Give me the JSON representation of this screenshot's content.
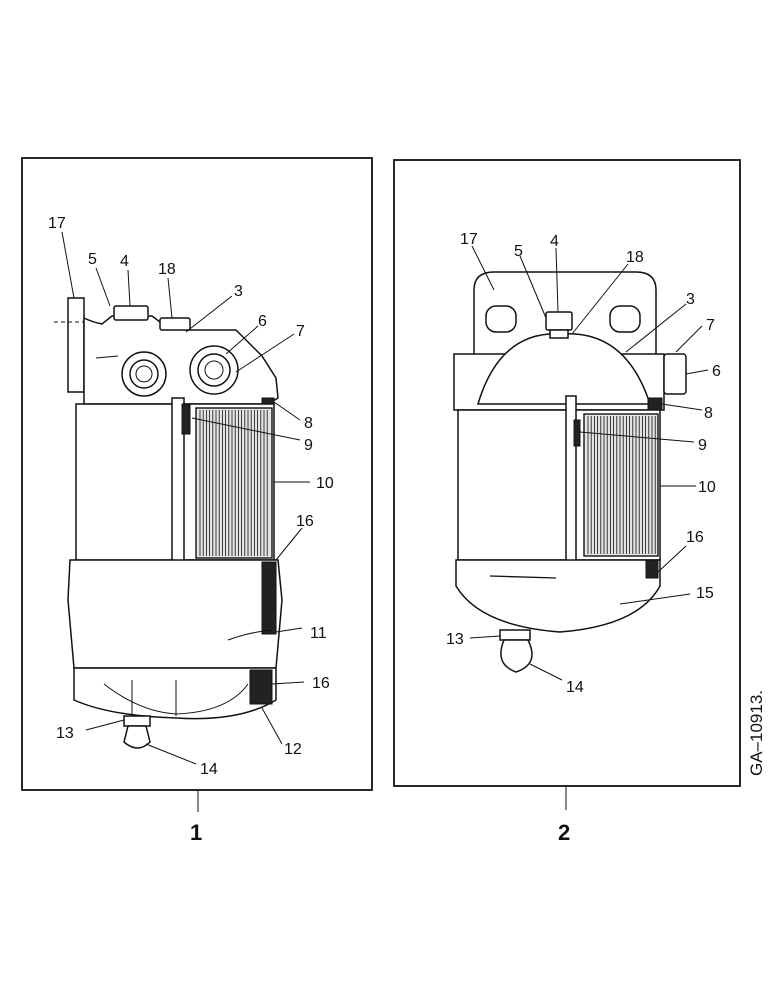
{
  "figure": {
    "reference_code": "GA–10913."
  },
  "panels": [
    {
      "label": "1",
      "callouts": [
        "17",
        "5",
        "4",
        "18",
        "3",
        "6",
        "7",
        "8",
        "9",
        "10",
        "16",
        "11",
        "16",
        "13",
        "12",
        "14"
      ]
    },
    {
      "label": "2",
      "callouts": [
        "17",
        "5",
        "4",
        "18",
        "3",
        "7",
        "6",
        "8",
        "9",
        "10",
        "16",
        "15",
        "13",
        "14"
      ]
    }
  ]
}
